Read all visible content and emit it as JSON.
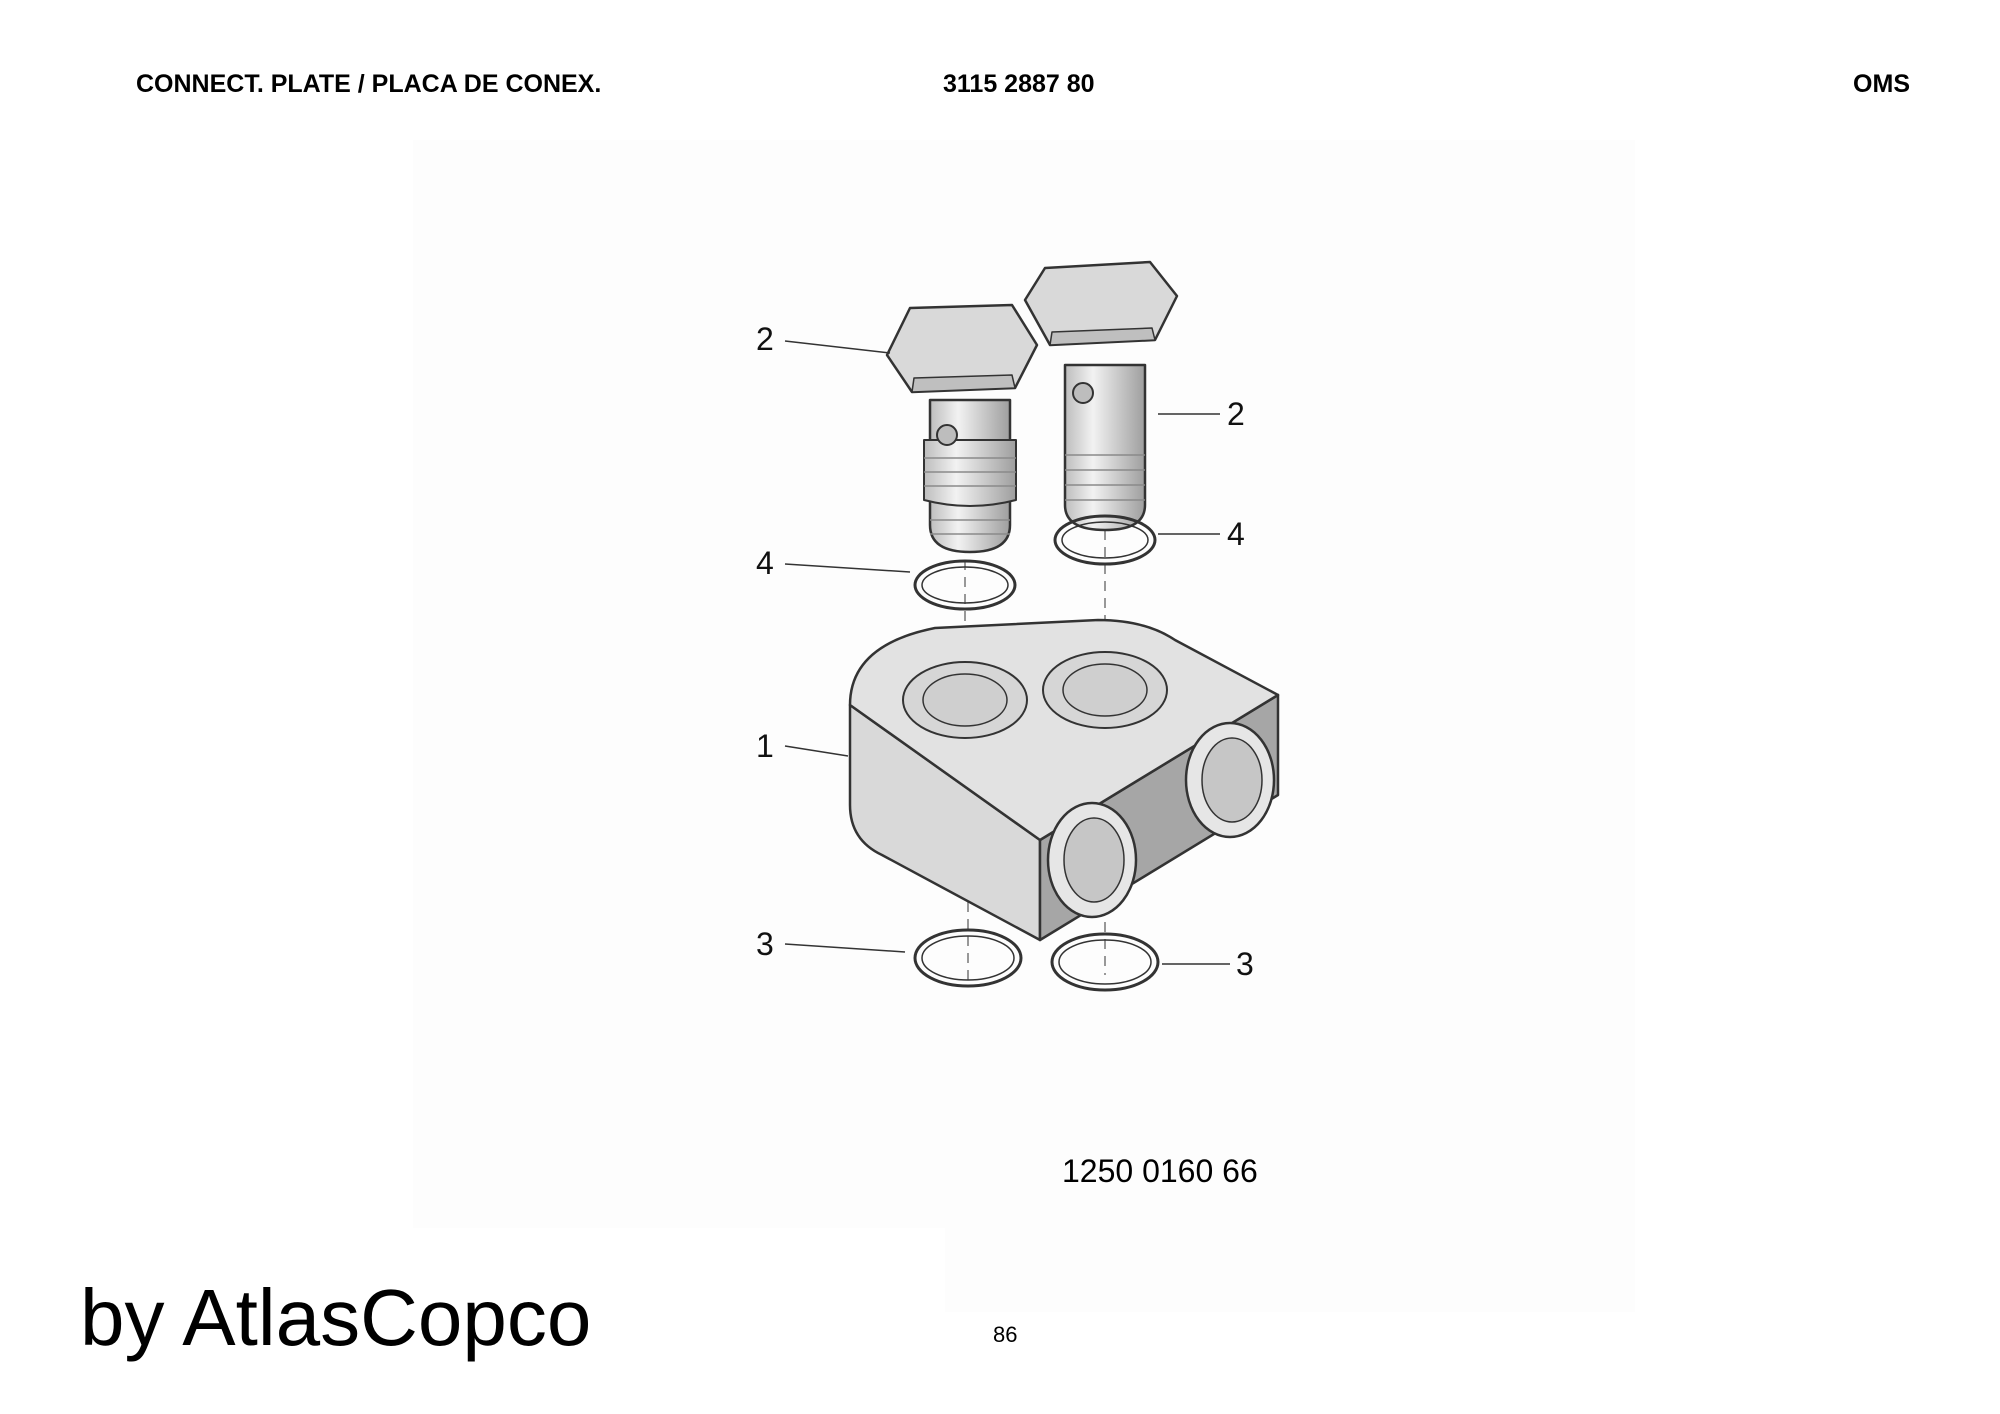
{
  "header": {
    "title": "CONNECT. PLATE / PLACA DE CONEX.",
    "part_number": "3115 2887 80",
    "code": "OMS"
  },
  "diagram": {
    "callouts": [
      "2",
      "2",
      "4",
      "4",
      "1",
      "3",
      "3"
    ],
    "drawing_number": "1250 0160 66"
  },
  "footer": {
    "brand": "by AtlasCopco",
    "page_number": "86"
  },
  "colors": {
    "part_fill": "#d9d9d9",
    "part_shadow": "#a6a6a6",
    "outline": "#333333"
  }
}
